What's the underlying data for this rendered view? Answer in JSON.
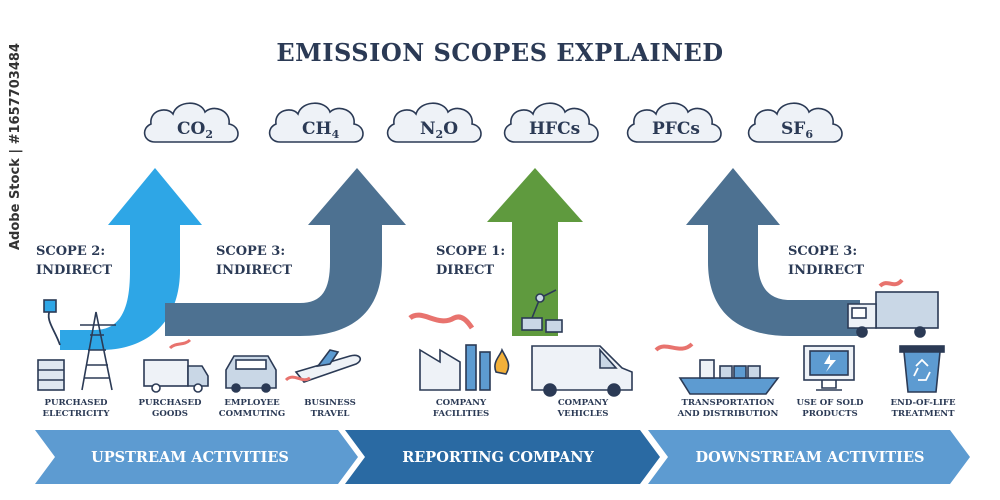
{
  "title": "EMISSION SCOPES EXPLAINED",
  "gases": [
    {
      "main": "CO",
      "sub": "2"
    },
    {
      "main": "CH",
      "sub": "4"
    },
    {
      "main": "N",
      "sub": "2",
      "tail": "O"
    },
    {
      "main": "HFCs",
      "sub": ""
    },
    {
      "main": "PFCs",
      "sub": ""
    },
    {
      "main": "SF",
      "sub": "6"
    }
  ],
  "scopes": [
    {
      "line1": "SCOPE 2:",
      "line2": "INDIRECT",
      "color": "#2ea6e6"
    },
    {
      "line1": "SCOPE 3:",
      "line2": "INDIRECT",
      "color": "#4d7191"
    },
    {
      "line1": "SCOPE 1:",
      "line2": "DIRECT",
      "color": "#5f9a3e"
    },
    {
      "line1": "SCOPE 3:",
      "line2": "INDIRECT",
      "color": "#4d7191"
    }
  ],
  "activities": [
    {
      "line1": "PURCHASED",
      "line2": "ELECTRICITY"
    },
    {
      "line1": "PURCHASED",
      "line2": "GOODS"
    },
    {
      "line1": "EMPLOYEE",
      "line2": "COMMUTING"
    },
    {
      "line1": "BUSINESS",
      "line2": "TRAVEL"
    },
    {
      "line1": "COMPANY",
      "line2": "FACILITIES"
    },
    {
      "line1": "COMPANY",
      "line2": "VEHICLES"
    },
    {
      "line1": "TRANSPORTATION",
      "line2": "AND DISTRIBUTION"
    },
    {
      "line1": "USE OF SOLD",
      "line2": "PRODUCTS"
    },
    {
      "line1": "END-OF-LIFE",
      "line2": "TREATMENT"
    }
  ],
  "bands": [
    {
      "label": "UPSTREAM ACTIVITIES",
      "color": "#5d9bd1"
    },
    {
      "label": "REPORTING COMPANY",
      "color": "#2a6aa3"
    },
    {
      "label": "DOWNSTREAM ACTIVITIES",
      "color": "#5d9bd1"
    }
  ],
  "colors": {
    "ink": "#2b3a55",
    "smoke": "#e8736e",
    "cloud": "#eef2f7"
  },
  "watermark": "Adobe Stock | #1657703484"
}
